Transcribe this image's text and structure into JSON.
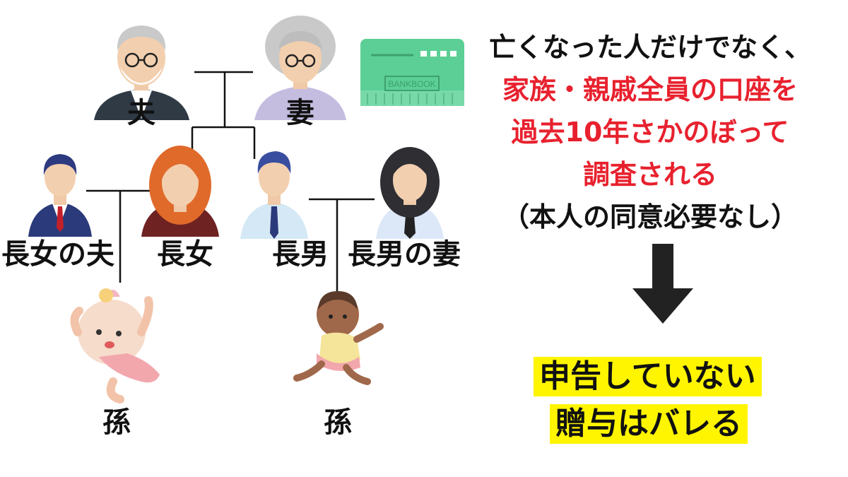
{
  "people": {
    "husband": "夫",
    "wife": "妻",
    "eldest_daughter_husband": "長女の夫",
    "eldest_daughter": "長女",
    "eldest_son": "長男",
    "eldest_son_wife": "長男の妻",
    "grandchild_1": "孫",
    "grandchild_2": "孫"
  },
  "bankbook": {
    "label": "BANKBOOK",
    "icon": "bankbook-icon",
    "color": "#5bcf95"
  },
  "message": {
    "line1": "亡くなった人だけでなく、",
    "line2": "家族・親戚全員の口座を",
    "line3": "過去10年さかのぼって",
    "line4": "調査される",
    "line5": "（本人の同意必要なし）"
  },
  "conclusion": {
    "line1": "申告していない",
    "line2": "贈与はバレる"
  },
  "colors": {
    "accent_red": "#e8212e",
    "highlight": "#fff500",
    "text": "#111111"
  }
}
